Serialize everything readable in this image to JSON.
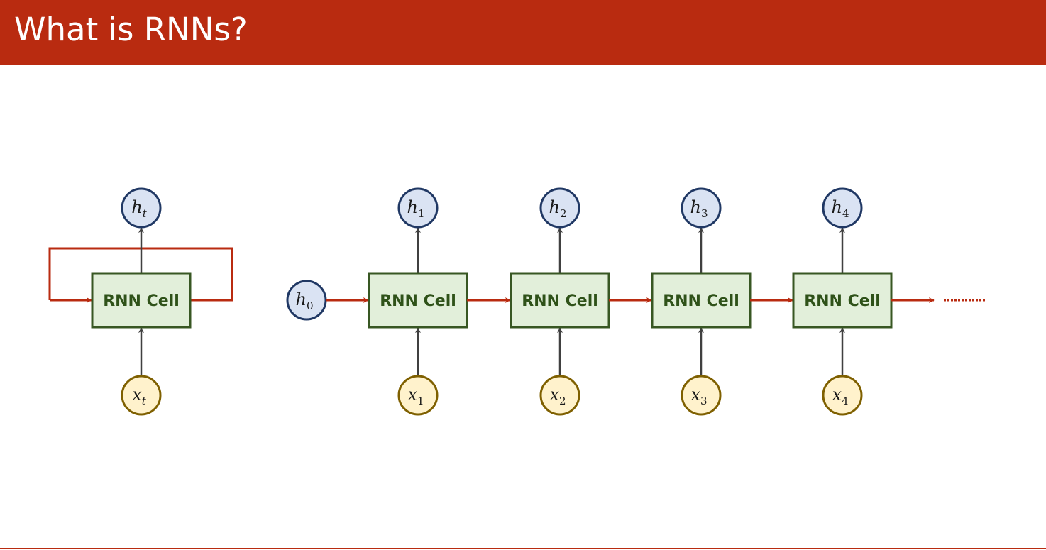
{
  "slide": {
    "title": "What is RNNs?"
  },
  "colors": {
    "accent": "#b92b10",
    "cell_fill": "#e2efda",
    "cell_stroke": "#385723",
    "hidden_fill": "#dae3f3",
    "hidden_stroke": "#203864",
    "input_fill": "#fff2cc",
    "input_stroke": "#7f6000",
    "arrow_gray": "#404040"
  },
  "rolled": {
    "cell_label": "RNN Cell",
    "output": {
      "base": "h",
      "sub": "t"
    },
    "input": {
      "base": "x",
      "sub": "t"
    }
  },
  "unrolled": {
    "initial_state": {
      "base": "h",
      "sub": "0"
    },
    "steps": [
      {
        "cell_label": "RNN Cell",
        "output": {
          "base": "h",
          "sub": "1"
        },
        "input": {
          "base": "x",
          "sub": "1"
        }
      },
      {
        "cell_label": "RNN Cell",
        "output": {
          "base": "h",
          "sub": "2"
        },
        "input": {
          "base": "x",
          "sub": "2"
        }
      },
      {
        "cell_label": "RNN Cell",
        "output": {
          "base": "h",
          "sub": "3"
        },
        "input": {
          "base": "x",
          "sub": "3"
        }
      },
      {
        "cell_label": "RNN Cell",
        "output": {
          "base": "h",
          "sub": "4"
        },
        "input": {
          "base": "x",
          "sub": "4"
        }
      }
    ],
    "continuation": "dotted"
  }
}
